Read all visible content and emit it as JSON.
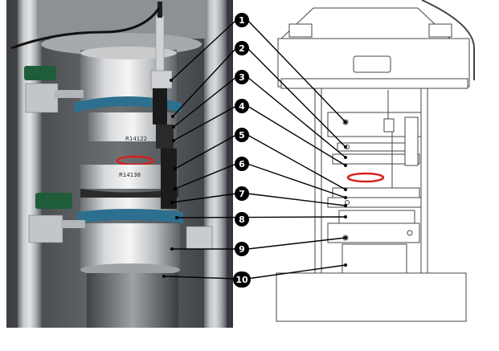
{
  "photo": {
    "stage_labels": [
      "R14122",
      "R14138"
    ]
  },
  "callouts": [
    {
      "number": "1"
    },
    {
      "number": "2"
    },
    {
      "number": "3"
    },
    {
      "number": "4"
    },
    {
      "number": "5"
    },
    {
      "number": "6"
    },
    {
      "number": "7"
    },
    {
      "number": "8"
    },
    {
      "number": "9"
    },
    {
      "number": "10"
    }
  ],
  "colors": {
    "highlight_ring": "#d9201a",
    "tape": "#2d6f8e",
    "valve_green": "#1f5d3a",
    "callout_marker": "#000000"
  }
}
